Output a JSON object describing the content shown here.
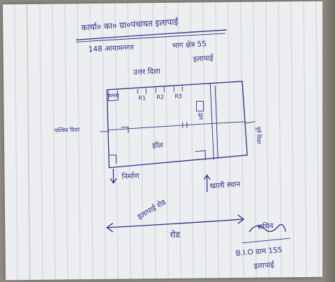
{
  "document": {
    "header": {
      "line1": "कार्या० का० ग्रा०पंचायत इलापाई",
      "line2_left": "148 आयामनगर",
      "line2_right": "भाग क्षेत्र 55",
      "line3_right": "इलापाई"
    },
    "directions": {
      "north": "उत्तर दिशा",
      "west": "पश्चिम दिशा",
      "east": "पूर्व दिशा",
      "south_west": "निर्माण",
      "south_east": "खाली स्थान"
    },
    "map_labels": {
      "room_corner": "कमरा",
      "r1": "R1",
      "r2": "R2",
      "r3": "R3",
      "door": "द्वार",
      "hall": "हॉल"
    },
    "road": {
      "label": "रोड",
      "note": "इलापाई रोड"
    },
    "signature": {
      "name": "सचिव",
      "line1": "B.I.O ग्राम 155",
      "line2": "इलापाई"
    }
  }
}
